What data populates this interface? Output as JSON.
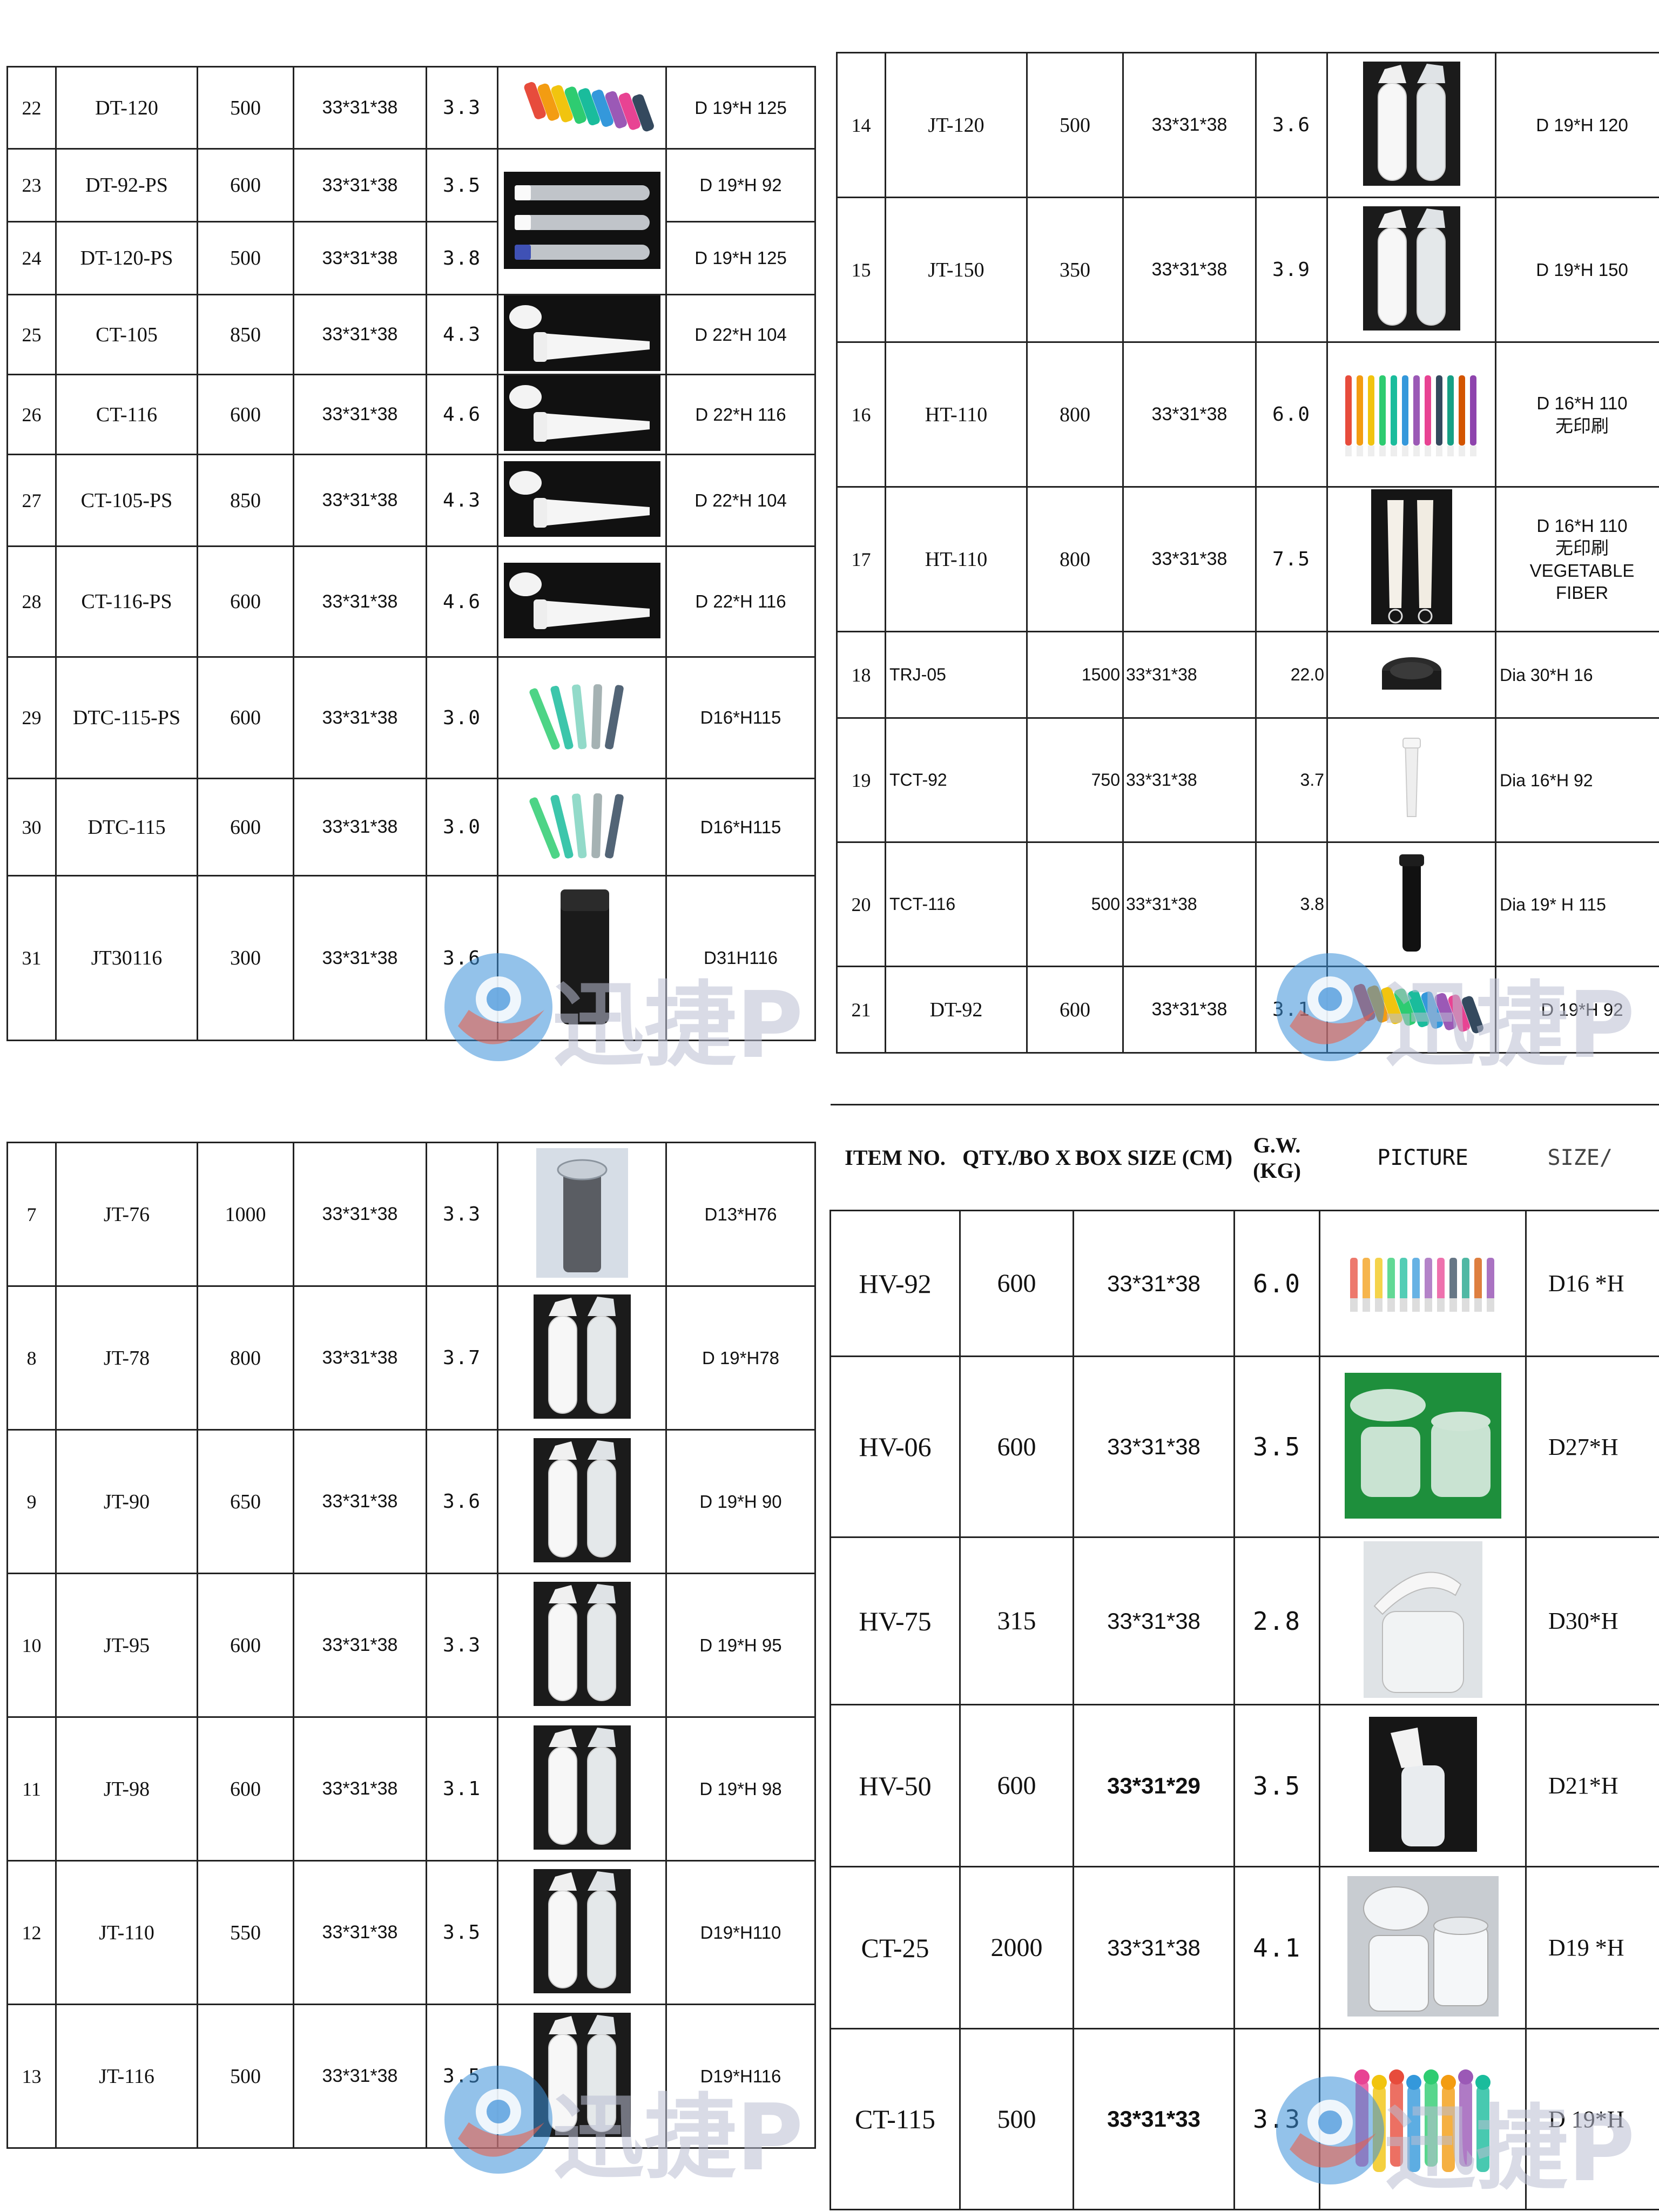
{
  "watermark": {
    "text": "迅捷P"
  },
  "panel_tl": {
    "rows": [
      {
        "no": "22",
        "item": "DT-120",
        "qty": "500",
        "box": "33*31*38",
        "gw": "3.3",
        "size": [
          "D 19*H 125"
        ],
        "pic": "colorful-tubes"
      },
      {
        "no": "23",
        "item": "DT-92-PS",
        "qty": "600",
        "box": "33*31*38",
        "gw": "3.5",
        "size": [
          "D 19*H 92"
        ],
        "pic": "clear-tubes-dark"
      },
      {
        "no": "24",
        "item": "DT-120-PS",
        "qty": "500",
        "box": "33*31*38",
        "gw": "3.8",
        "size": [
          "D 19*H 125"
        ],
        "pic": "none"
      },
      {
        "no": "25",
        "item": "CT-105",
        "qty": "850",
        "box": "33*31*38",
        "gw": "4.3",
        "size": [
          "D 22*H 104"
        ],
        "pic": "cone-dark"
      },
      {
        "no": "26",
        "item": "CT-116",
        "qty": "600",
        "box": "33*31*38",
        "gw": "4.6",
        "size": [
          "D 22*H 116"
        ],
        "pic": "cone-dark"
      },
      {
        "no": "27",
        "item": "CT-105-PS",
        "qty": "850",
        "box": "33*31*38",
        "gw": "4.3",
        "size": [
          "D 22*H 104"
        ],
        "pic": "cone-dark"
      },
      {
        "no": "28",
        "item": "CT-116-PS",
        "qty": "600",
        "box": "33*31*38",
        "gw": "4.6",
        "size": [
          "D 22*H 116"
        ],
        "pic": "cone-dark"
      },
      {
        "no": "29",
        "item": "DTC-115-PS",
        "qty": "600",
        "box": "33*31*38",
        "gw": "3.0",
        "size": [
          "D16*H115"
        ],
        "pic": "fan-tubes"
      },
      {
        "no": "30",
        "item": "DTC-115",
        "qty": "600",
        "box": "33*31*38",
        "gw": "3.0",
        "size": [
          "D16*H115"
        ],
        "pic": "fan-tubes"
      },
      {
        "no": "31",
        "item": "JT30116",
        "qty": "300",
        "box": "33*31*38",
        "gw": "3.6",
        "size": [
          "D31H116"
        ],
        "pic": "black-tube"
      }
    ]
  },
  "panel_tr": {
    "rows": [
      {
        "no": "14",
        "item": "JT-120",
        "qty": "500",
        "box": "33*31*38",
        "gw": "3.6",
        "size": [
          "D 19*H 120"
        ],
        "pic": "pair-tubes"
      },
      {
        "no": "15",
        "item": "JT-150",
        "qty": "350",
        "box": "33*31*38",
        "gw": "3.9",
        "size": [
          "D 19*H 150"
        ],
        "pic": "pair-tubes"
      },
      {
        "no": "16",
        "item": "HT-110",
        "qty": "800",
        "box": "33*31*38",
        "gw": "6.0",
        "size": [
          "D 16*H 110",
          "无印刷"
        ],
        "pic": "rainbow-sticks"
      },
      {
        "no": "17",
        "item": "HT-110",
        "qty": "800",
        "box": "33*31*38",
        "gw": "7.5",
        "size": [
          "D 16*H 110",
          "无印刷",
          "VEGETABLE",
          "FIBER"
        ],
        "pic": "pair-white-cones"
      }
    ],
    "xl_rows": [
      {
        "no": "18",
        "item": "TRJ-05",
        "qty": "1500",
        "box": "33*31*38",
        "gw": "22.0",
        "size": "Dia 30*H 16",
        "pic": "black-cap"
      },
      {
        "no": "19",
        "item": "TCT-92",
        "qty": "750",
        "box": "33*31*38",
        "gw": "3.7",
        "size": "Dia 16*H 92",
        "pic": "white-slim-tube"
      },
      {
        "no": "20",
        "item": "TCT-116",
        "qty": "500",
        "box": "33*31*38",
        "gw": "3.8",
        "size": "Dia 19* H 115",
        "pic": "black-slim-tube"
      }
    ],
    "last_row": {
      "no": "21",
      "item": "DT-92",
      "qty": "600",
      "box": "33*31*38",
      "gw": "3.1",
      "size": [
        "D 19*H 92"
      ],
      "pic": "colorful-tubes"
    }
  },
  "panel_bl": {
    "rows": [
      {
        "no": "7",
        "item": "JT-76",
        "qty": "1000",
        "box": "33*31*38",
        "gw": "3.3",
        "size": [
          "D13*H76"
        ],
        "pic": "grey-tube"
      },
      {
        "no": "8",
        "item": "JT-78",
        "qty": "800",
        "box": "33*31*38",
        "gw": "3.7",
        "size": [
          "D 19*H78"
        ],
        "pic": "pair-tubes"
      },
      {
        "no": "9",
        "item": "JT-90",
        "qty": "650",
        "box": "33*31*38",
        "gw": "3.6",
        "size": [
          "D 19*H 90"
        ],
        "pic": "pair-tubes"
      },
      {
        "no": "10",
        "item": "JT-95",
        "qty": "600",
        "box": "33*31*38",
        "gw": "3.3",
        "size": [
          "D 19*H 95"
        ],
        "pic": "pair-tubes"
      },
      {
        "no": "11",
        "item": "JT-98",
        "qty": "600",
        "box": "33*31*38",
        "gw": "3.1",
        "size": [
          "D 19*H 98"
        ],
        "pic": "pair-tubes"
      },
      {
        "no": "12",
        "item": "JT-110",
        "qty": "550",
        "box": "33*31*38",
        "gw": "3.5",
        "size": [
          "D19*H110"
        ],
        "pic": "pair-tubes"
      },
      {
        "no": "13",
        "item": "JT-116",
        "qty": "500",
        "box": "33*31*38",
        "gw": "3.5",
        "size": [
          "D19*H116"
        ],
        "pic": "pair-tubes"
      }
    ]
  },
  "panel_br": {
    "headers": {
      "item": "ITEM NO.",
      "qty": "QTY./BO X",
      "box": "BOX SIZE (CM)",
      "gw": "G.W. (KG)",
      "picture": "PICTURE",
      "size": "SIZE/"
    },
    "rows": [
      {
        "item": "HV-92",
        "qty": "600",
        "box": "33*31*38",
        "bold": false,
        "gw": "6.0",
        "size": "D16 *H",
        "pic": "rainbow-tubes"
      },
      {
        "item": "HV-06",
        "qty": "600",
        "box": "33*31*38",
        "bold": false,
        "gw": "3.5",
        "size": "D27*H",
        "pic": "cups-green"
      },
      {
        "item": "HV-75",
        "qty": "315",
        "box": "33*31*38",
        "bold": false,
        "gw": "2.8",
        "size": "D30*H",
        "pic": "cup-open"
      },
      {
        "item": "HV-50",
        "qty": "600",
        "box": "33*31*29",
        "bold": true,
        "gw": "3.5",
        "size": "D21*H",
        "pic": "vial-dark"
      },
      {
        "item": "CT-25",
        "qty": "2000",
        "box": "33*31*38",
        "bold": false,
        "gw": "4.1",
        "size": "D19 *H",
        "pic": "cups-grey"
      },
      {
        "item": "CT-115",
        "qty": "500",
        "box": "33*31*33",
        "bold": true,
        "gw": "3.3",
        "size": "D 19*H",
        "pic": "rainbow-vials"
      }
    ]
  },
  "colors": {
    "border": "#222222",
    "watermark_blue": "#3a8fd8",
    "watermark_red": "#e8604c"
  }
}
